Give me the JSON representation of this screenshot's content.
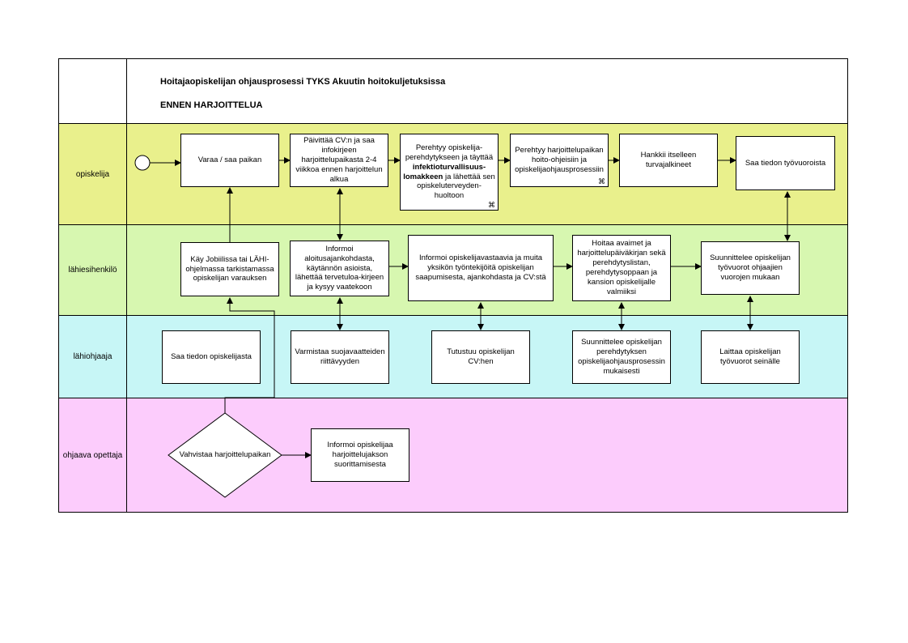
{
  "title": {
    "line1": "Hoitajaopiskelijan ohjausprosessi TYKS Akuutin hoitokuljetuksissa",
    "line2": "ENNEN HARJOITTELUA"
  },
  "lanes": [
    {
      "label": "opiskelija",
      "color": "#e9f08c"
    },
    {
      "label": "lähiesihenkilö",
      "color": "#d7f7b0"
    },
    {
      "label": "lähiohjaaja",
      "color": "#c7f6f6"
    },
    {
      "label": "ohjaava opettaja",
      "color": "#fcccfc"
    }
  ],
  "boxes": {
    "varaa": "Varaa / saa paikan",
    "paivittaa": "Päivittää CV:n ja saa infokirjeen harjoittelupaikasta 2-4 viikkoa ennen harjoittelun alkua",
    "perehtyy1_a": "Perehtyy opiskelija-perehdytykseen ja täyttää",
    "perehtyy1_b": "infektioturvallisuus-lomakkeen",
    "perehtyy1_c": "ja lähettää sen opiskeluterveyden-huoltoon",
    "perehtyy2": "Perehtyy harjoittelupaikan hoito-ohjeisiin ja opiskelijaohjausprosessiin",
    "hankkii": "Hankkii itselleen turvajalkineet",
    "saa_tiedon_tyovuoroista": "Saa tiedon työvuoroista",
    "kay_jobiilissa": "Käy Jobiilissa tai LÄHI-ohjelmassa tarkistamassa opiskelijan varauksen",
    "informoi_aloitus": "Informoi aloitusajankohdasta, käytännön asioista, lähettää tervetuloa-kirjeen ja kysyy vaatekoon",
    "informoi_vastaavia": "Informoi opiskelijavastaavia ja muita yksikön työntekijöitä opiskelijan saapumisesta, ajankohdasta ja CV:stä",
    "hoitaa_avaimet": "Hoitaa avaimet ja harjoittelupäiväkirjan sekä perehdytyslistan, perehdytysoppaan ja kansion opiskelijalle valmiiksi",
    "suunnittelee_tyovuorot": "Suunnittelee opiskelijan työvuorot ohjaajien vuorojen mukaan",
    "saa_tiedon_opiskelijasta": "Saa tiedon opiskelijasta",
    "varmistaa": "Varmistaa suojavaatteiden riittävyyden",
    "tutustuu": "Tutustuu opiskelijan CV:hen",
    "suunnittelee_perehdytyksen": "Suunnittelee opiskelijan perehdytyksen opiskelijaohjausprosessin mukaisesti",
    "laittaa": "Laittaa opiskelijan työvuorot seinälle",
    "vahvistaa": "Vahvistaa harjoittelupaikan",
    "informoi_opiskelijaa": "Informoi opiskelijaa harjoittelujakson suorittamisesta"
  },
  "icons": [
    "subprocess-icon"
  ]
}
